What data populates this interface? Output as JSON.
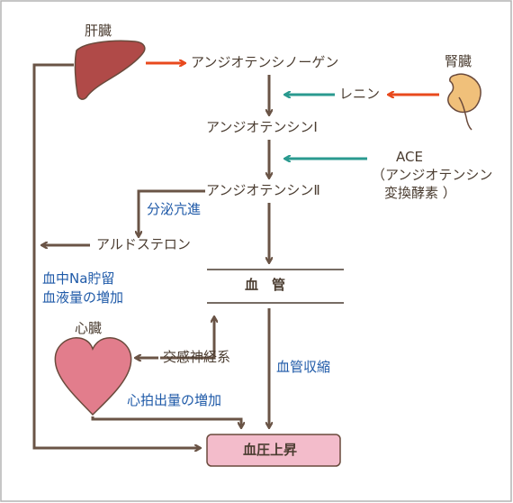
{
  "organs": {
    "liver": "肝臓",
    "kidney": "腎臓",
    "heart": "心臓"
  },
  "nodes": {
    "angiotensinogen": "アンジオテンシノーゲン",
    "renin": "レニン",
    "angiotensin1": "アンジオテンシンⅠ",
    "ace_line1": "ACE",
    "ace_line2": "（アンジオテンシン",
    "ace_line3": "変換酵素 ）",
    "angiotensin2": "アンジオテンシンⅡ",
    "aldosterone": "アルドステロン",
    "vessel": "血　管",
    "sympathetic": "交感神経系",
    "bp_rise": "血圧上昇"
  },
  "effects": {
    "secretion": "分泌亢進",
    "na_line1": "血中Na貯留",
    "na_line2": "血液量の増加",
    "vasoconstriction": "血管収縮",
    "cardiac_output": "心拍出量の増加"
  },
  "colors": {
    "border": "#b3b3b3",
    "arrow_dark": "#6a5446",
    "arrow_red": "#e8491d",
    "arrow_teal": "#2a9a8f",
    "liver": "#b04a48",
    "kidney": "#f0c07a",
    "heart": "#e27d8c",
    "bp_box": "#f3bccb",
    "text_dark": "#4a3c30",
    "text_blue": "#1f5aa8"
  }
}
